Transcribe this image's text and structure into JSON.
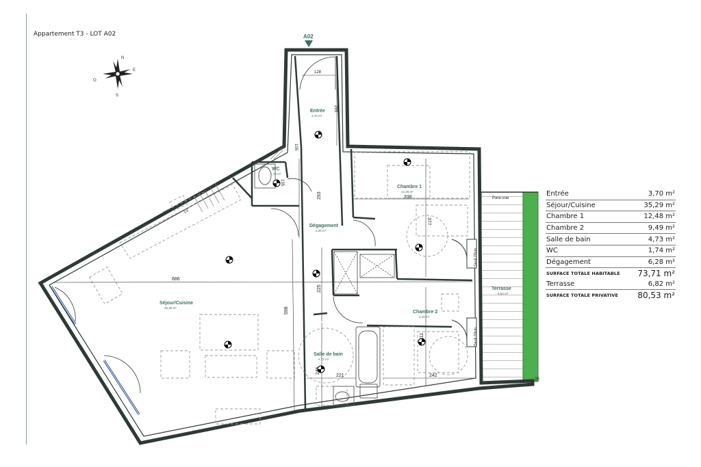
{
  "title": "Appartement T3 - LOT A02",
  "entrance_marker": "A02",
  "compass": {
    "n": "N",
    "s": "S",
    "e": "E",
    "o": "O"
  },
  "rooms": {
    "entree": {
      "name": "Entrée",
      "area": "3,70 m²"
    },
    "wc": {
      "name": "WC",
      "area": "1,74 m²"
    },
    "chambre1": {
      "name": "Chambre 1",
      "area": "12,48 m²"
    },
    "degagement": {
      "name": "Dégagement",
      "area": "6,28 m²"
    },
    "sejour": {
      "name": "Séjour/Cuisine",
      "area": "35,29 m²"
    },
    "chambre2": {
      "name": "Chambre 2",
      "area": "9,49 m²"
    },
    "sdb": {
      "name": "Salle de bain",
      "area": "4,73 m²"
    },
    "terrasse": {
      "name": "Terrasse",
      "area": "6,82 m²"
    }
  },
  "labels": {
    "pare_vue": "Pare-vue",
    "lv": "LV",
    "seuil1": "Seuil 20cm",
    "seuil2": "Seuil 20cm"
  },
  "dimensions": {
    "d128": "128",
    "d293a": "293",
    "d293b": "293",
    "d338": "338",
    "d377": "377",
    "d686": "686",
    "d225": "225",
    "d598": "598",
    "d311": "311",
    "d245": "245",
    "d221": "221",
    "d242": "242",
    "d135": "135",
    "d105": "105",
    "d20": "20"
  },
  "surface_table": {
    "rows": [
      {
        "label": "Entrée",
        "value": "3,70 m²"
      },
      {
        "label": "Séjour/Cuisine",
        "value": "35,29 m²"
      },
      {
        "label": "Chambre 1",
        "value": "12,48 m²"
      },
      {
        "label": "Chambre 2",
        "value": "9,49 m²"
      },
      {
        "label": "Salle de bain",
        "value": "4,73 m²"
      },
      {
        "label": "WC",
        "value": "1,74 m²"
      },
      {
        "label": "Dégagement",
        "value": "6,28 m²"
      }
    ],
    "habitable": {
      "label": "SURFACE TOTALE HABITABLE",
      "value": "73,71 m²"
    },
    "terrasse": {
      "label": "Terrasse",
      "value": "6,82 m²"
    },
    "privative": {
      "label": "SURFACE TOTALE PRIVATIVE",
      "value": "80,53 m²"
    }
  },
  "colors": {
    "wall": "#2f3a37",
    "accent": "#3c6e64",
    "terrace_green": "#4caf50",
    "furniture": "#9a9a9a"
  }
}
